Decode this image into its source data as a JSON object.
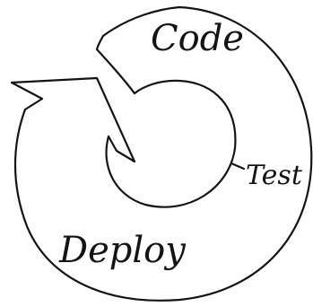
{
  "diagram": {
    "stages": [
      {
        "id": "code",
        "label": "Code"
      },
      {
        "id": "test",
        "label": "Test"
      },
      {
        "id": "deploy",
        "label": "Deploy"
      }
    ]
  }
}
